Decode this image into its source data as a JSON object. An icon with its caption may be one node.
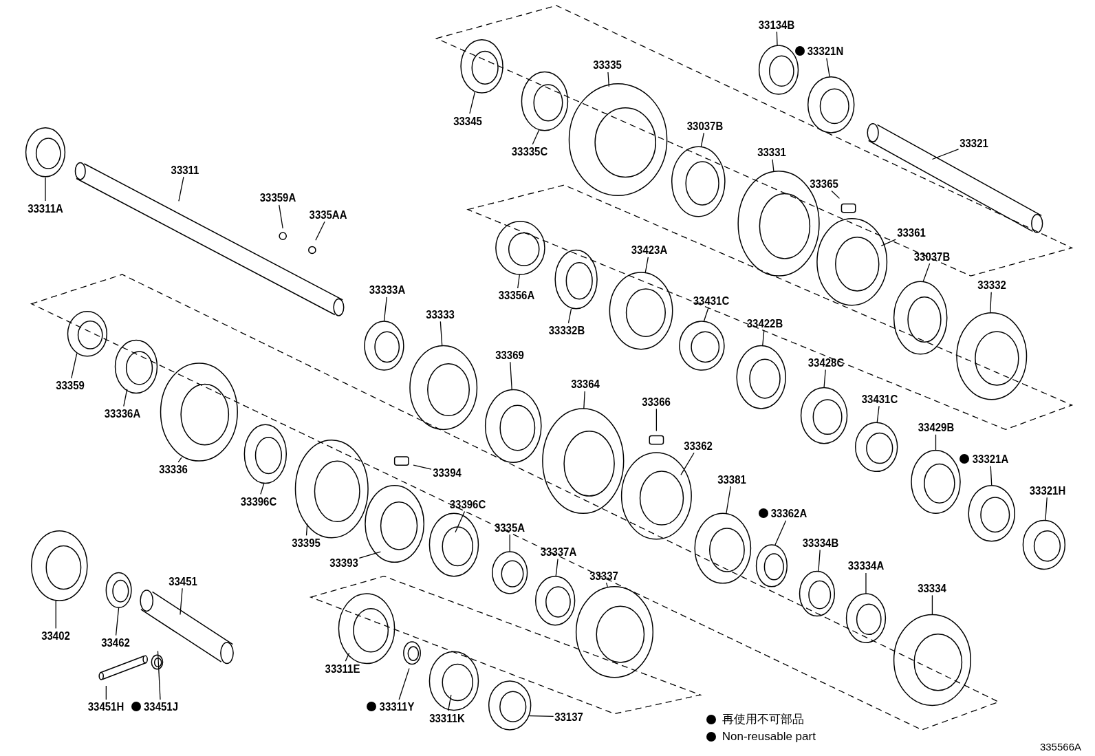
{
  "diagram": {
    "nodes": [
      {
        "text": [
          "33311A"
        ]
      },
      {
        "text": [
          "33311"
        ]
      },
      {
        "text": [
          "33359A"
        ]
      },
      {
        "text": [
          "3335AA"
        ]
      },
      {
        "text": [
          "33134B"
        ]
      },
      {
        "text": [
          "33321N"
        ]
      },
      {
        "text": [
          "33345"
        ]
      },
      {
        "text": [
          "33335"
        ]
      },
      {
        "text": [
          "33335C"
        ]
      },
      {
        "text": [
          "33037B"
        ]
      },
      {
        "text": [
          "33331"
        ]
      },
      {
        "text": [
          "33321"
        ]
      },
      {
        "text": [
          "33365"
        ]
      },
      {
        "text": [
          "33361"
        ]
      },
      {
        "text": [
          "33037B"
        ]
      },
      {
        "text": [
          "33332"
        ]
      },
      {
        "text": [
          "33356A"
        ]
      },
      {
        "text": [
          "33423A"
        ]
      },
      {
        "text": [
          "33332B"
        ]
      },
      {
        "text": [
          "33431C"
        ]
      },
      {
        "text": [
          "33422B"
        ]
      },
      {
        "text": [
          "33333A"
        ]
      },
      {
        "text": [
          "33333"
        ]
      },
      {
        "text": [
          "33369"
        ]
      },
      {
        "text": [
          "33364"
        ]
      },
      {
        "text": [
          "33428C"
        ]
      },
      {
        "text": [
          "33431C"
        ]
      },
      {
        "text": [
          "33359"
        ]
      },
      {
        "text": [
          "33336A"
        ]
      },
      {
        "text": [
          "33336"
        ]
      },
      {
        "text": [
          "33396C"
        ]
      },
      {
        "text": [
          "33395"
        ]
      },
      {
        "text": [
          "33366"
        ]
      },
      {
        "text": [
          "33362"
        ]
      },
      {
        "text": [
          "33394"
        ]
      },
      {
        "text": [
          "33393"
        ]
      },
      {
        "text": [
          "33396C"
        ]
      },
      {
        "text": [
          "3335A"
        ]
      },
      {
        "text": [
          "33337A"
        ]
      },
      {
        "text": [
          "33337"
        ]
      },
      {
        "text": [
          "33381"
        ]
      },
      {
        "text": [
          "33362A"
        ]
      },
      {
        "text": [
          "33429B"
        ]
      },
      {
        "text": [
          "33321A"
        ]
      },
      {
        "text": [
          "33321H"
        ]
      },
      {
        "text": [
          "33334B"
        ]
      },
      {
        "text": [
          "33334A"
        ]
      },
      {
        "text": [
          "33334"
        ]
      },
      {
        "text": [
          "33402"
        ]
      },
      {
        "text": [
          "33462"
        ]
      },
      {
        "text": [
          "33451"
        ]
      },
      {
        "text": [
          "33451H"
        ]
      },
      {
        "text": [
          "33451J"
        ]
      },
      {
        "text": [
          "33311E"
        ]
      },
      {
        "text": [
          "33311Y"
        ]
      },
      {
        "text": [
          "33311K"
        ]
      },
      {
        "text": [
          "33137"
        ]
      }
    ],
    "edges": [
      {
        "from": 0,
        "to": null,
        "arrow": "none"
      },
      {
        "from": 1,
        "to": null,
        "arrow": "none"
      },
      {
        "from": 2,
        "to": null,
        "arrow": "none"
      },
      {
        "from": 3,
        "to": null,
        "arrow": "none"
      },
      {
        "from": 4,
        "to": null,
        "arrow": "none"
      },
      {
        "from": 5,
        "to": null,
        "arrow": "none"
      },
      {
        "from": 6,
        "to": null,
        "arrow": "none"
      },
      {
        "from": 7,
        "to": null,
        "arrow": "none"
      },
      {
        "from": 8,
        "to": null,
        "arrow": "none"
      },
      {
        "from": 9,
        "to": null,
        "arrow": "none"
      },
      {
        "from": 10,
        "to": null,
        "arrow": "none"
      },
      {
        "from": 11,
        "to": null,
        "arrow": "none"
      },
      {
        "from": 12,
        "to": null,
        "arrow": "none"
      },
      {
        "from": 13,
        "to": null,
        "arrow": "none"
      },
      {
        "from": 14,
        "to": null,
        "arrow": "none"
      },
      {
        "from": 15,
        "to": null,
        "arrow": "none"
      },
      {
        "from": 16,
        "to": null,
        "arrow": "none"
      },
      {
        "from": 17,
        "to": null,
        "arrow": "none"
      },
      {
        "from": 18,
        "to": null,
        "arrow": "none"
      },
      {
        "from": 19,
        "to": null,
        "arrow": "none"
      },
      {
        "from": 20,
        "to": null,
        "arrow": "none"
      },
      {
        "from": 21,
        "to": null,
        "arrow": "none"
      },
      {
        "from": 22,
        "to": null,
        "arrow": "none"
      },
      {
        "from": 23,
        "to": null,
        "arrow": "none"
      },
      {
        "from": 24,
        "to": null,
        "arrow": "none"
      },
      {
        "from": 25,
        "to": null,
        "arrow": "none"
      },
      {
        "from": 26,
        "to": null,
        "arrow": "none"
      },
      {
        "from": 27,
        "to": null,
        "arrow": "none"
      },
      {
        "from": 28,
        "to": null,
        "arrow": "none"
      },
      {
        "from": 29,
        "to": null,
        "arrow": "none"
      },
      {
        "from": 30,
        "to": null,
        "arrow": "none"
      },
      {
        "from": 31,
        "to": null,
        "arrow": "none"
      },
      {
        "from": 32,
        "to": null,
        "arrow": "none"
      },
      {
        "from": 33,
        "to": null,
        "arrow": "none"
      },
      {
        "from": 34,
        "to": null,
        "arrow": "none"
      },
      {
        "from": 35,
        "to": null,
        "arrow": "none"
      },
      {
        "from": 36,
        "to": null,
        "arrow": "none"
      },
      {
        "from": 37,
        "to": null,
        "arrow": "none"
      },
      {
        "from": 38,
        "to": null,
        "arrow": "none"
      },
      {
        "from": 39,
        "to": null,
        "arrow": "none"
      },
      {
        "from": 40,
        "to": null,
        "arrow": "none"
      },
      {
        "from": 41,
        "to": null,
        "arrow": "none"
      },
      {
        "from": 42,
        "to": null,
        "arrow": "none"
      },
      {
        "from": 43,
        "to": null,
        "arrow": "none"
      },
      {
        "from": 44,
        "to": null,
        "arrow": "none"
      },
      {
        "from": 45,
        "to": null,
        "arrow": "none"
      },
      {
        "from": 46,
        "to": null,
        "arrow": "none"
      },
      {
        "from": 47,
        "to": null,
        "arrow": "none"
      },
      {
        "from": 48,
        "to": null,
        "arrow": "none"
      },
      {
        "from": 49,
        "to": null,
        "arrow": "none"
      },
      {
        "from": 50,
        "to": null,
        "arrow": "none"
      },
      {
        "from": 51,
        "to": null,
        "arrow": "none"
      },
      {
        "from": 52,
        "to": null,
        "arrow": "none"
      },
      {
        "from": 53,
        "to": null,
        "arrow": "none"
      },
      {
        "from": 54,
        "to": null,
        "arrow": "none"
      },
      {
        "from": 55,
        "to": null,
        "arrow": "none"
      },
      {
        "from": 56,
        "to": null,
        "arrow": "none"
      }
    ],
    "labels": [
      "335566A"
    ],
    "legend": [
      {
        "text": "再使用不可部品"
      },
      {
        "text": "Non-reusable part"
      }
    ]
  }
}
